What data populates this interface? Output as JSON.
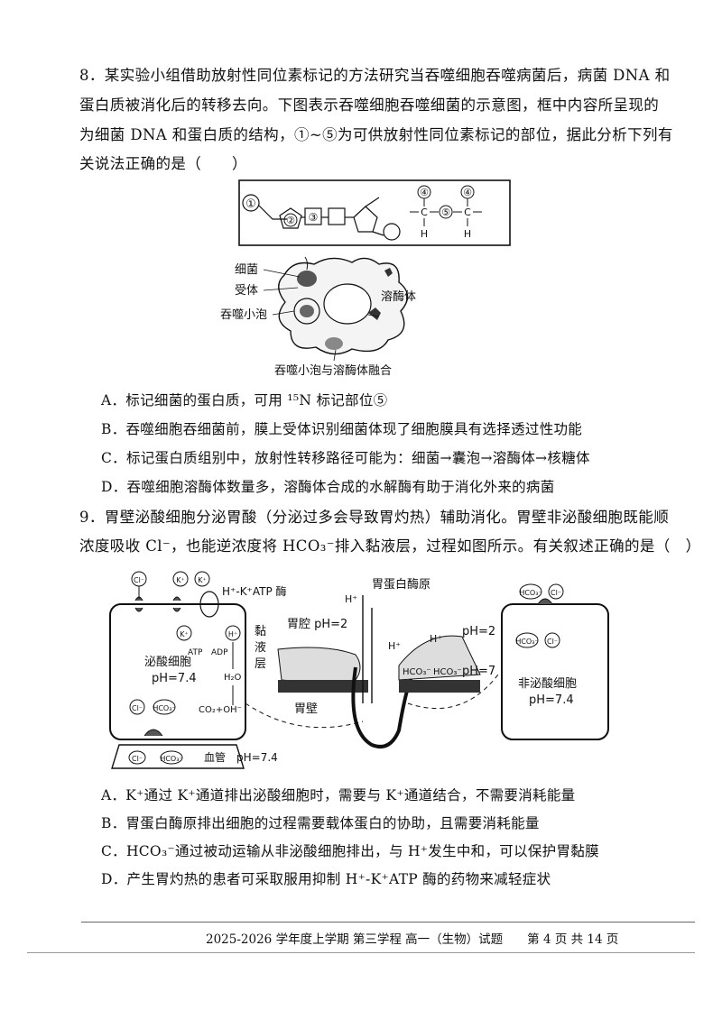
{
  "q8": {
    "lines": [
      "8．某实验小组借助放射性同位素标记的方法研究当吞噬细胞吞噬病菌后，病菌 DNA 和",
      "蛋白质被消化后的转移去向。下图表示吞噬细胞吞噬细菌的示意图，框中内容所呈现的",
      "为细菌 DNA 和蛋白质的结构，①~⑤为可供放射性同位素标记的部位，据此分析下列有",
      "关说法正确的是（　　）"
    ],
    "figure": {
      "marks": [
        "①",
        "②",
        "③",
        "④",
        "⑤",
        "④"
      ],
      "atoms": [
        "C",
        "C",
        "H",
        "H"
      ],
      "labels": [
        "细菌",
        "受体",
        "吞噬小泡",
        "溶酶体",
        "吞噬小泡与溶酶体融合"
      ]
    },
    "options": [
      "A．标记细菌的蛋白质，可用 ¹⁵N 标记部位⑤",
      "B．吞噬细胞吞细菌前，膜上受体识别细菌体现了细胞膜具有选择透过性功能",
      "C．标记蛋白质组别中，放射性转移路径可能为：细菌→囊泡→溶酶体→核糖体",
      "D．吞噬细胞溶酶体数量多，溶酶体合成的水解酶有助于消化外来的病菌"
    ]
  },
  "q9": {
    "lines": [
      "9．胃壁泌酸细胞分泌胃酸（分泌过多会导致胃灼热）辅助消化。胃壁非泌酸细胞既能顺",
      "浓度吸收 Cl⁻，也能逆浓度将 HCO₃⁻排入黏液层，过程如图所示。有关叙述正确的是（　）"
    ],
    "figure": {
      "left_cell": {
        "name": "泌酸细胞",
        "ph": "pH=7.4"
      },
      "pump": "H⁺-K⁺ATP 酶",
      "ions": {
        "cl": "Cl⁻",
        "k": "K⁺",
        "h": "H⁺",
        "hco3": "HCO₃⁻"
      },
      "atp": "ATP",
      "adp": "ADP",
      "h2o": "H₂O",
      "co2oh": "CO₂+OH⁻",
      "vessel": "血管",
      "vessel_ph": "pH=7.4",
      "lumen": "胃腔 pH=2",
      "pepsinogen": "胃蛋白酶原",
      "mucus": [
        "黏",
        "液",
        "层"
      ],
      "wall": "胃壁",
      "ph2": "pH=2",
      "ph7": "pH=7",
      "right_cell": {
        "name": "非泌酸细胞",
        "ph": "pH=7.4"
      }
    },
    "options": [
      "A．K⁺通过 K⁺通道排出泌酸细胞时，需要与 K⁺通道结合，不需要消耗能量",
      "B．胃蛋白酶原排出细胞的过程需要载体蛋白的协助，且需要消耗能量",
      "C．HCO₃⁻通过被动运输从非泌酸细胞排出，与 H⁺发生中和，可以保护胃黏膜",
      "D．产生胃灼热的患者可采取服用抑制 H⁺-K⁺ATP 酶的药物来减轻症状"
    ]
  },
  "footer": "2025-2026 学年度上学期 第三学程 高一（生物）试题　　第 4 页 共 14 页"
}
